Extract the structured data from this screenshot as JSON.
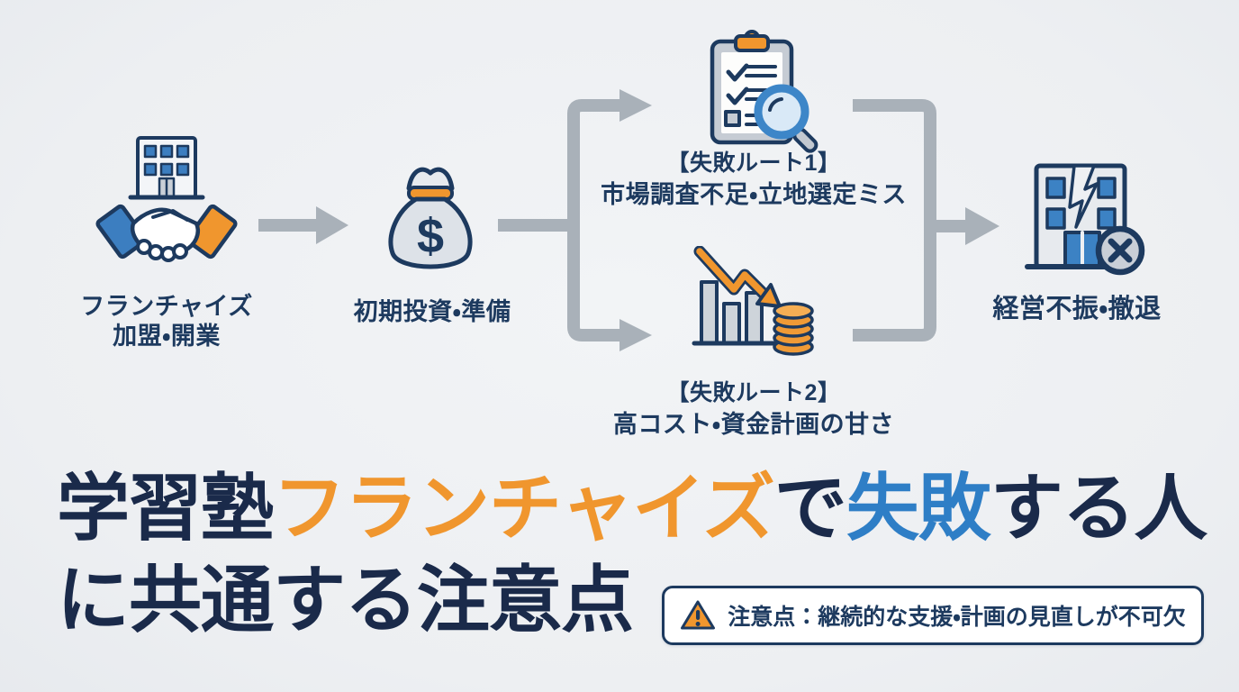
{
  "palette": {
    "background": "#edeff2",
    "navy": "#1d3a5f",
    "headline_navy": "#1a2a4a",
    "orange": "#f0962e",
    "blue": "#2e7ec6",
    "arrow_gray": "#a9b1b9",
    "icon_gray": "#d6dbe1",
    "white": "#ffffff"
  },
  "flow": {
    "nodes": {
      "franchise": {
        "icon": "handshake-building-icon",
        "label_line1": "フランチャイズ",
        "label_line2": "加盟・開業"
      },
      "investment": {
        "icon": "money-bag-icon",
        "currency_symbol": "$",
        "label": "初期投資・準備"
      },
      "route1": {
        "icon": "checklist-magnifier-icon",
        "title": "【失敗ルート1】",
        "subtitle": "市場調査不足・立地選定ミス"
      },
      "route2": {
        "icon": "declining-chart-coins-icon",
        "title": "【失敗ルート2】",
        "subtitle": "高コスト・資金計画の甘さ"
      },
      "failure": {
        "icon": "broken-building-icon",
        "label": "経営不振・撤退"
      }
    }
  },
  "headline": {
    "line1_segments": [
      {
        "text": "学習塾",
        "color": "headline_navy"
      },
      {
        "text": "フランチャイズ",
        "color": "orange"
      },
      {
        "text": "で",
        "color": "headline_navy"
      },
      {
        "text": "失敗",
        "color": "blue"
      },
      {
        "text": "する人",
        "color": "headline_navy"
      }
    ],
    "line2": "に共通する注意点"
  },
  "note": {
    "icon": "warning-triangle-icon",
    "text": "注意点：継続的な支援・計画の見直しが不可欠"
  }
}
